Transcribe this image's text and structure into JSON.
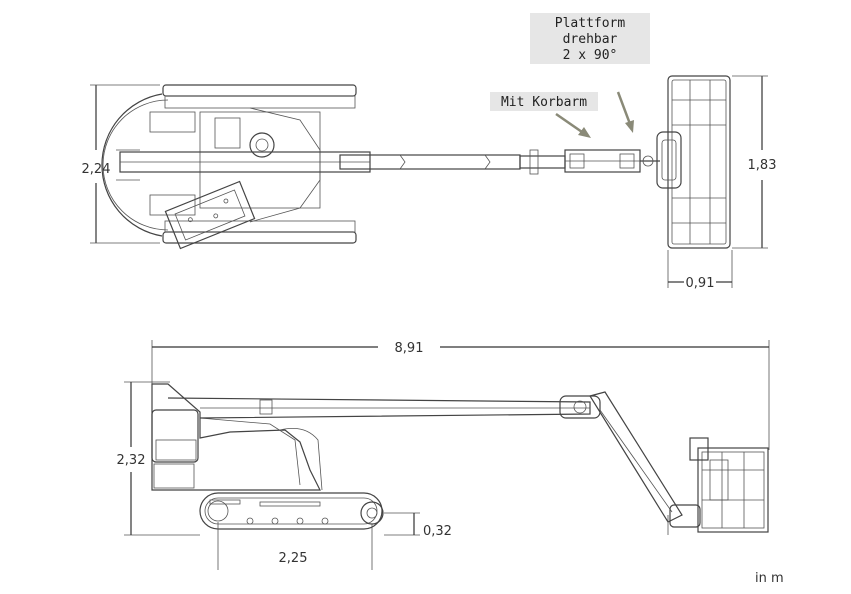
{
  "top_view": {
    "callout_platform_lines": [
      "Plattform",
      "drehbar",
      "2 x 90°"
    ],
    "callout_arm": "Mit Korbarm",
    "dim_width": "2,24",
    "dim_platform_length": "1,83",
    "dim_platform_width": "0,91"
  },
  "side_view": {
    "dim_total_length": "8,91",
    "dim_height": "2,32",
    "dim_track_length": "2,25",
    "dim_ground_clearance": "0,32"
  },
  "unit_note": "in m",
  "colors": {
    "callout_bg": "#e6e6e6",
    "arrow": "#8a8a78",
    "line": "#444444"
  }
}
